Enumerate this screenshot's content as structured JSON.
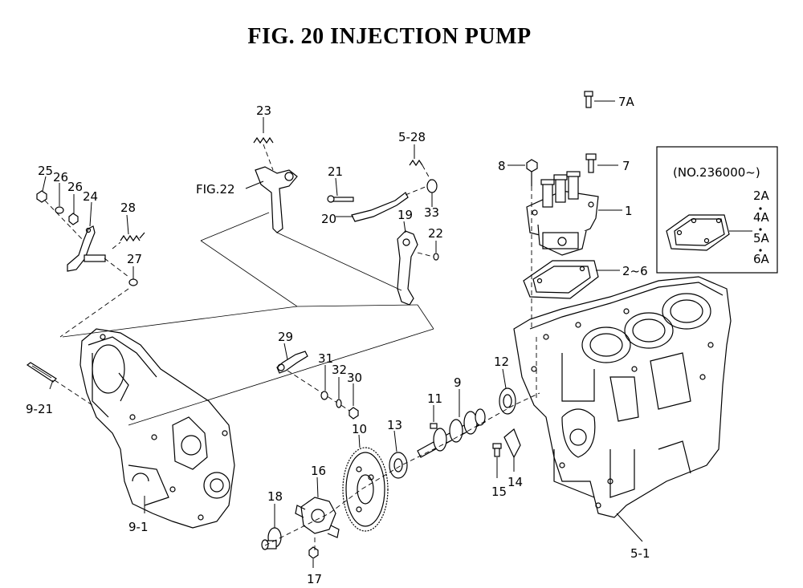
{
  "title": "FIG. 20  INJECTION PUMP",
  "inset_serial": "(NO.236000~)",
  "labels": {
    "l1": "1",
    "l2_6": "2~6",
    "l2a": "2A",
    "l4a": "4A",
    "l5a": "5A",
    "l6a": "6A",
    "l5_1": "5-1",
    "l5_28": "5-28",
    "l7": "7",
    "l7a": "7A",
    "l8": "8",
    "l9": "9",
    "l9_1": "9-1",
    "l9_21": "9-21",
    "l10": "10",
    "l11": "11",
    "l12": "12",
    "l13": "13",
    "l14": "14",
    "l15": "15",
    "l16": "16",
    "l17": "17",
    "l18": "18",
    "l19": "19",
    "l20": "20",
    "l21": "21",
    "l22": "22",
    "l23": "23",
    "l24": "24",
    "l25": "25",
    "l26a": "26",
    "l26b": "26",
    "l27": "27",
    "l28": "28",
    "l29": "29",
    "l30": "30",
    "l31": "31",
    "l32": "32",
    "l33": "33",
    "fig22": "FIG.22"
  }
}
